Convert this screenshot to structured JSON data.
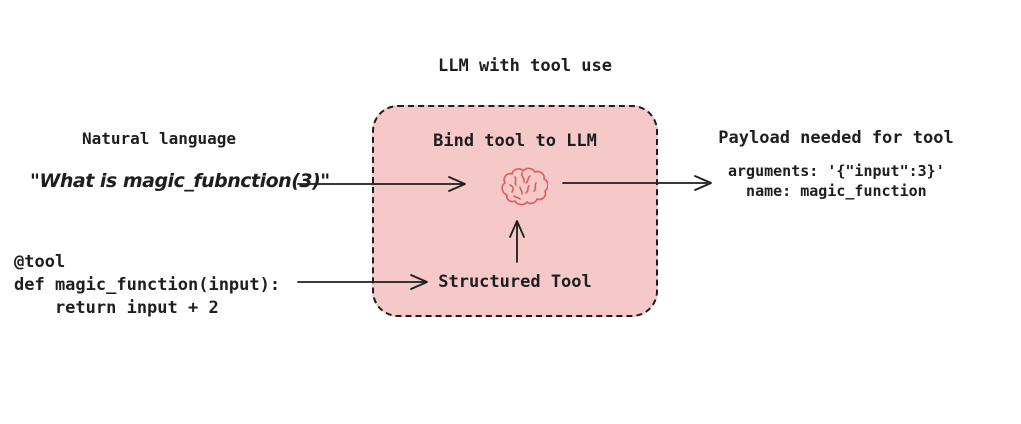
{
  "title": "LLM with tool use",
  "colors": {
    "background": "#ffffff",
    "box_fill": "#f6c9c9",
    "stroke": "#1e1e1e",
    "brain_stroke": "#e05a5a"
  },
  "left": {
    "heading": "Natural language",
    "quote": "\"What is magic_fubnction(3)\"",
    "code_lines": [
      "@tool",
      "def magic_function(input):",
      "    return input + 2"
    ]
  },
  "box": {
    "heading": "Bind tool to LLM",
    "icon": "brain-icon",
    "tool_label": "Structured Tool"
  },
  "right": {
    "heading": "Payload needed for tool",
    "lines": [
      "arguments: '{\"input\":3}'",
      "  name: magic_function"
    ]
  }
}
